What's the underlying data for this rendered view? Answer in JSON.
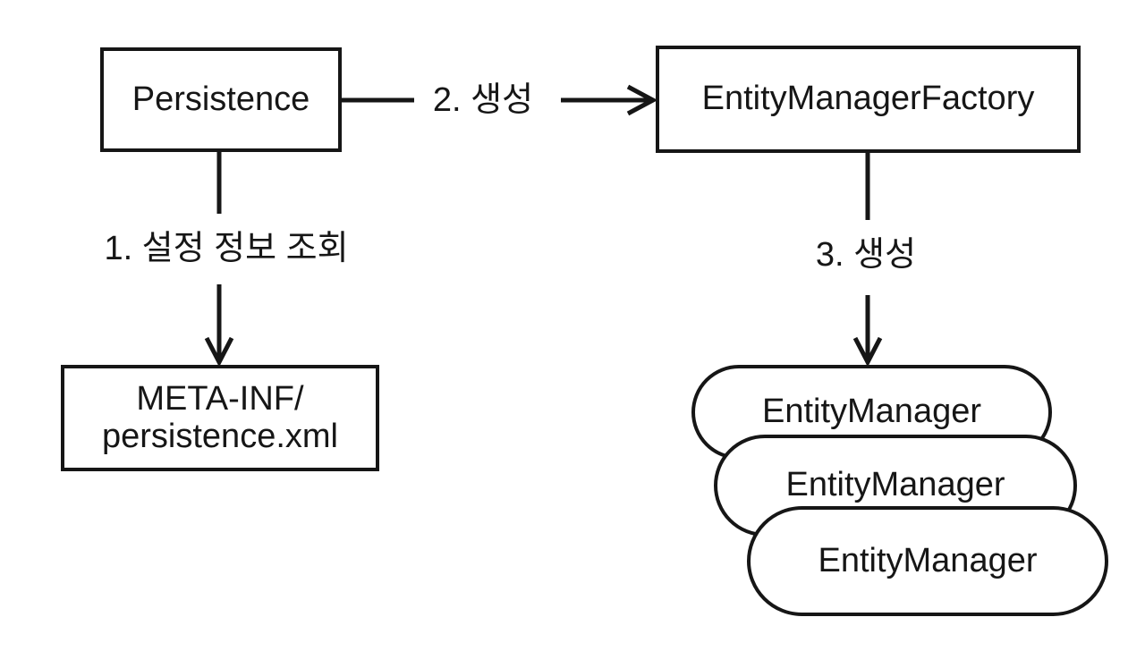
{
  "diagram": {
    "background": "#ffffff",
    "line_color": "#161616",
    "text_color": "#161616",
    "box_fill": "#ffffff",
    "nodes": {
      "persistence": {
        "label": "Persistence"
      },
      "entity_manager_factory": {
        "label": "EntityManagerFactory"
      },
      "persistence_xml": {
        "line1": "META-INF/",
        "line2": "persistence.xml"
      },
      "entity_managers": [
        {
          "label": "EntityManager"
        },
        {
          "label": "EntityManager"
        },
        {
          "label": "EntityManager"
        }
      ]
    },
    "edges": {
      "step1": {
        "label": "1. 설정 정보 조회"
      },
      "step2": {
        "label": "2. 생성"
      },
      "step3": {
        "label": "3. 생성"
      }
    }
  }
}
